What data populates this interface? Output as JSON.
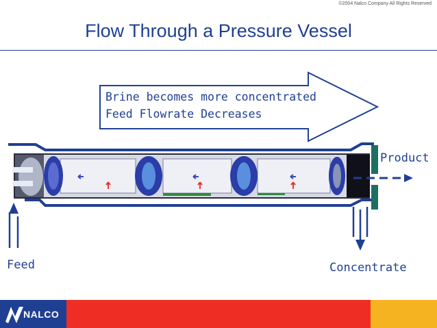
{
  "header": {
    "copyright": "©2004 Nalco Company   All Rights Reserved",
    "title": "Flow Through a Pressure Vessel"
  },
  "arrow": {
    "line1": "Brine becomes more concentrated",
    "line2": "Feed Flowrate Decreases"
  },
  "labels": {
    "product": "Product",
    "feed": "Feed",
    "concentrate": "Concentrate"
  },
  "footer": {
    "logo": "NALCO"
  },
  "colors": {
    "primary_blue": "#1f3f93",
    "footer_red": "#ee2e24",
    "footer_yellow": "#f6b321",
    "end_plate_teal": "#1f6e62"
  },
  "icons": [
    "nalco-logo-icon"
  ]
}
